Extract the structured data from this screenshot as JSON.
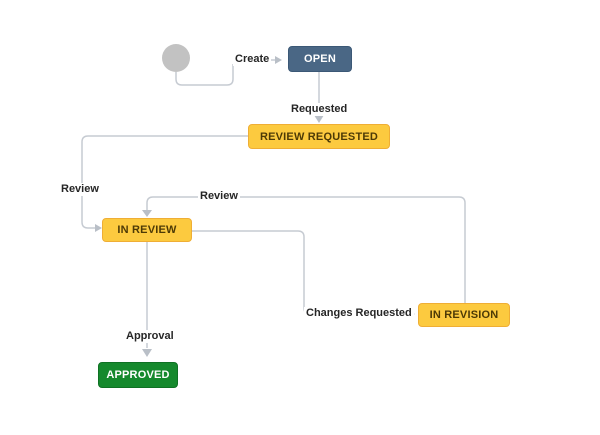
{
  "diagram": {
    "type": "workflow",
    "background": "#ffffff",
    "connector_color": "#c6cbd2",
    "arrowhead_color": "#b9bfc7",
    "start": {
      "shape": "circle",
      "color": "#c2c2c2"
    },
    "nodes": [
      {
        "id": "open",
        "label": "OPEN",
        "fill": "#4a6785",
        "border": "#3b5876",
        "text_color": "#ffffff"
      },
      {
        "id": "review-requested",
        "label": "REVIEW REQUESTED",
        "fill": "#fcca3f",
        "border": "#efae35",
        "text_color": "#4d3a06"
      },
      {
        "id": "in-review",
        "label": "IN REVIEW",
        "fill": "#fcca3f",
        "border": "#efae35",
        "text_color": "#4d3a06"
      },
      {
        "id": "in-revision",
        "label": "IN REVISION",
        "fill": "#fcca3f",
        "border": "#efae35",
        "text_color": "#4d3a06"
      },
      {
        "id": "approved",
        "label": "APPROVED",
        "fill": "#15892d",
        "border": "#0f7124",
        "text_color": "#ffffff"
      }
    ],
    "transitions": [
      {
        "label": "Create",
        "from": "start",
        "to": "open"
      },
      {
        "label": "Requested",
        "from": "open",
        "to": "review-requested"
      },
      {
        "label": "Review",
        "from": "review-requested",
        "to": "in-review"
      },
      {
        "label": "Review",
        "from": "in-revision",
        "to": "in-review"
      },
      {
        "label": "Changes Requested",
        "from": "in-review",
        "to": "in-revision"
      },
      {
        "label": "Approval",
        "from": "in-review",
        "to": "approved"
      }
    ]
  }
}
